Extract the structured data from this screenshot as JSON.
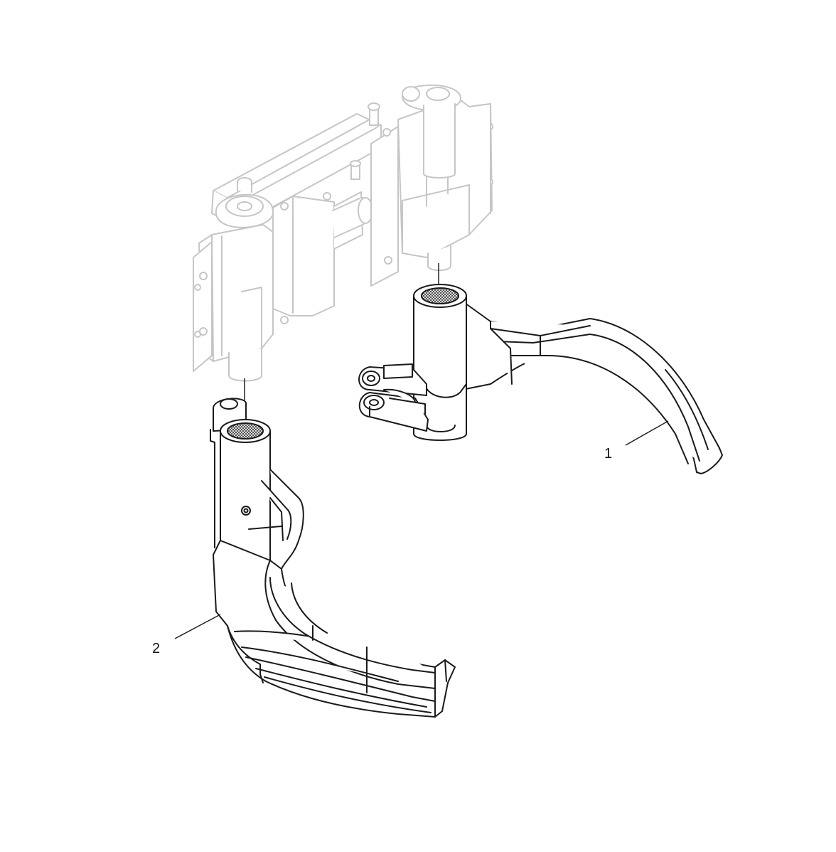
{
  "callouts": [
    {
      "id": "1",
      "text": "1"
    },
    {
      "id": "2",
      "text": "2"
    }
  ],
  "colors": {
    "ghost_line": "#c6c6c6",
    "part_line": "#1a1a1a",
    "background": "#ffffff"
  }
}
